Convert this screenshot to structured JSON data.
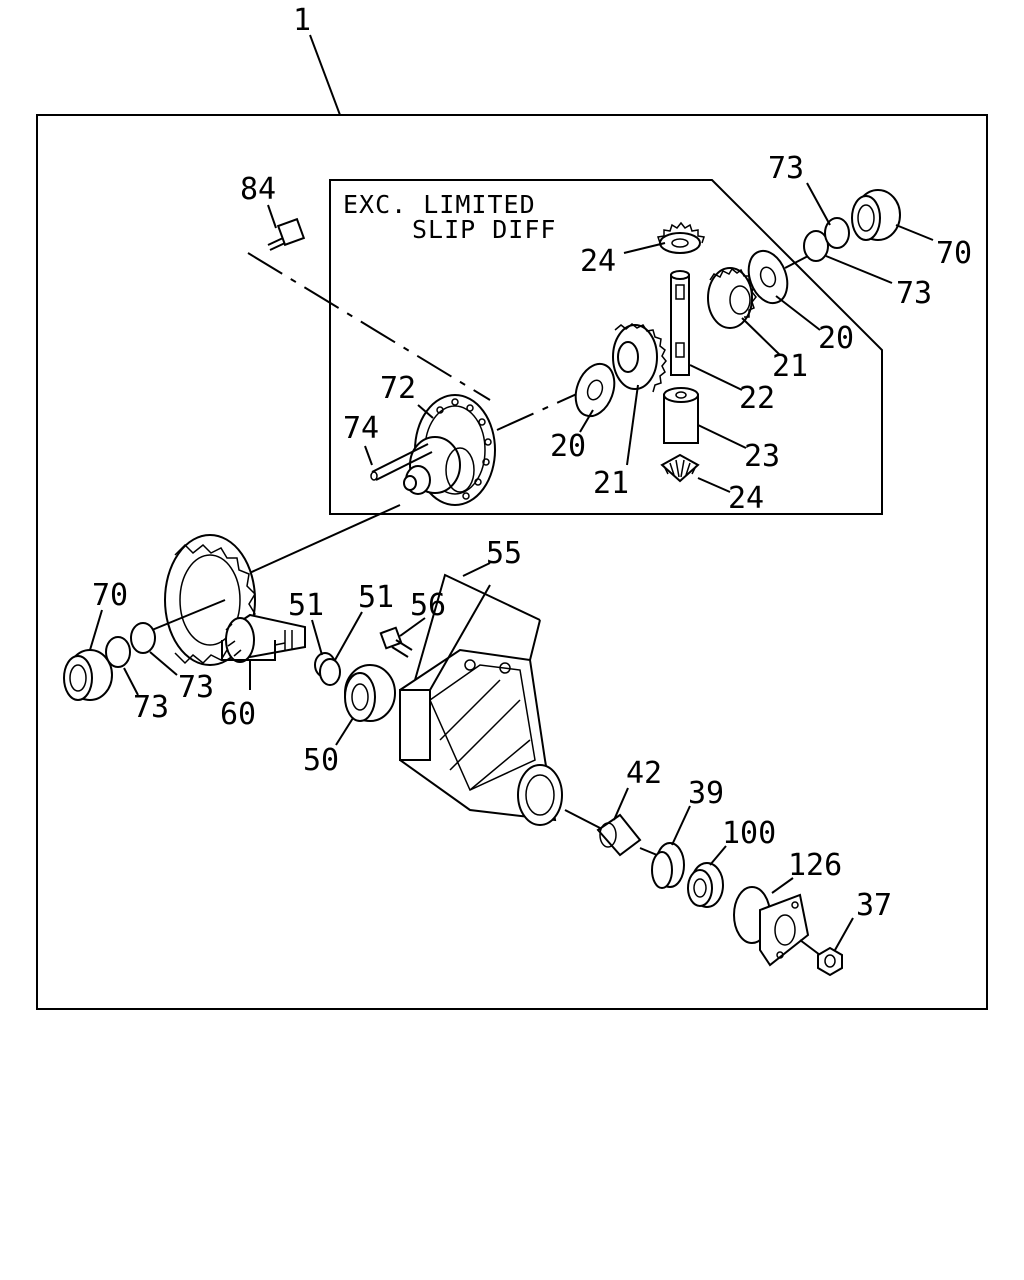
{
  "diagram": {
    "assembly_callout": "1",
    "inset_note": {
      "line1": "EXC. LIMITED",
      "line2": "SLIP DIFF"
    },
    "callouts": [
      {
        "id": "c84",
        "text": "84"
      },
      {
        "id": "c73a",
        "text": "73"
      },
      {
        "id": "c70a",
        "text": "70"
      },
      {
        "id": "c73b",
        "text": "73"
      },
      {
        "id": "c24a",
        "text": "24"
      },
      {
        "id": "c20a",
        "text": "20"
      },
      {
        "id": "c21a",
        "text": "21"
      },
      {
        "id": "c22",
        "text": "22"
      },
      {
        "id": "c72",
        "text": "72"
      },
      {
        "id": "c74",
        "text": "74"
      },
      {
        "id": "c20b",
        "text": "20"
      },
      {
        "id": "c21b",
        "text": "21"
      },
      {
        "id": "c23",
        "text": "23"
      },
      {
        "id": "c24b",
        "text": "24"
      },
      {
        "id": "c55",
        "text": "55"
      },
      {
        "id": "c70b",
        "text": "70"
      },
      {
        "id": "c51a",
        "text": "51"
      },
      {
        "id": "c51b",
        "text": "51"
      },
      {
        "id": "c56",
        "text": "56"
      },
      {
        "id": "c73c",
        "text": "73"
      },
      {
        "id": "c73d",
        "text": "73"
      },
      {
        "id": "c60",
        "text": "60"
      },
      {
        "id": "c50",
        "text": "50"
      },
      {
        "id": "c42",
        "text": "42"
      },
      {
        "id": "c39",
        "text": "39"
      },
      {
        "id": "c100",
        "text": "100"
      },
      {
        "id": "c126",
        "text": "126"
      },
      {
        "id": "c37",
        "text": "37"
      }
    ]
  }
}
